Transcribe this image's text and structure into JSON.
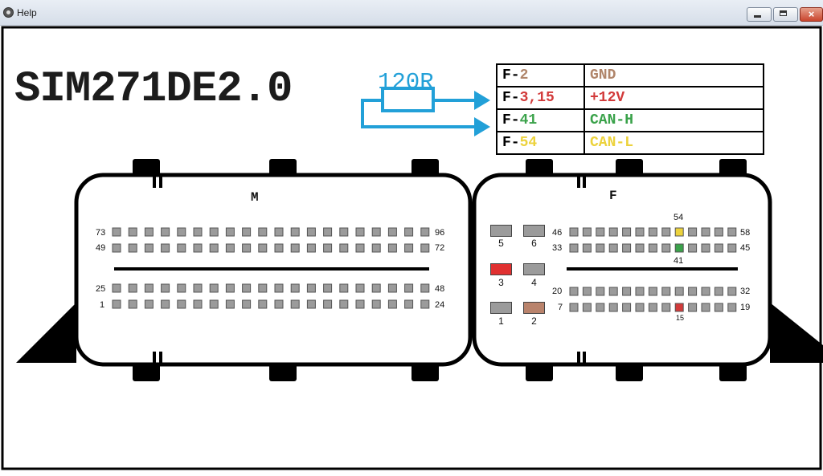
{
  "window": {
    "title": "Help",
    "minimize": "minimize",
    "maximize": "maximize",
    "close": "x"
  },
  "heading": "SIM271DE2.0",
  "resistor": {
    "label": "120R"
  },
  "pinout_table": [
    {
      "pin_prefix": "F-",
      "pin": "2",
      "signal": "GND",
      "color": "#b0856a"
    },
    {
      "pin_prefix": "F-",
      "pin": "3,15",
      "signal": "+12V",
      "color": "#d23a3a"
    },
    {
      "pin_prefix": "F-",
      "pin": "41",
      "signal": "CAN-H",
      "color": "#3aa24a"
    },
    {
      "pin_prefix": "F-",
      "pin": "54",
      "signal": "CAN-L",
      "color": "#ecd23c"
    }
  ],
  "connector_m": {
    "letter": "M",
    "row_labels": {
      "top_left": "73",
      "top_right": "96",
      "second_left": "49",
      "second_right": "72",
      "third_left": "25",
      "third_right": "48",
      "bottom_left": "1",
      "bottom_right": "24"
    }
  },
  "connector_f": {
    "letter": "F",
    "big_pins": [
      {
        "num": "5",
        "color": "#9b9b9b"
      },
      {
        "num": "6",
        "color": "#9b9b9b"
      },
      {
        "num": "3",
        "color": "#e03030"
      },
      {
        "num": "4",
        "color": "#9b9b9b"
      },
      {
        "num": "1",
        "color": "#9b9b9b"
      },
      {
        "num": "2",
        "color": "#b9836c"
      }
    ],
    "row_labels": {
      "top_left": "46",
      "top_right": "58",
      "second_left": "33",
      "second_right": "45",
      "third_left": "20",
      "third_right": "32",
      "bottom_left": "7",
      "bottom_right": "19"
    },
    "callouts": {
      "pin54": "54",
      "pin41": "41",
      "pin15": "15"
    }
  },
  "colors": {
    "pin_gray": "#9b9b9b",
    "can_h": "#3aa24a",
    "can_l": "#ecd23c",
    "power": "#d23a3a",
    "arrow": "#22a0d8"
  }
}
